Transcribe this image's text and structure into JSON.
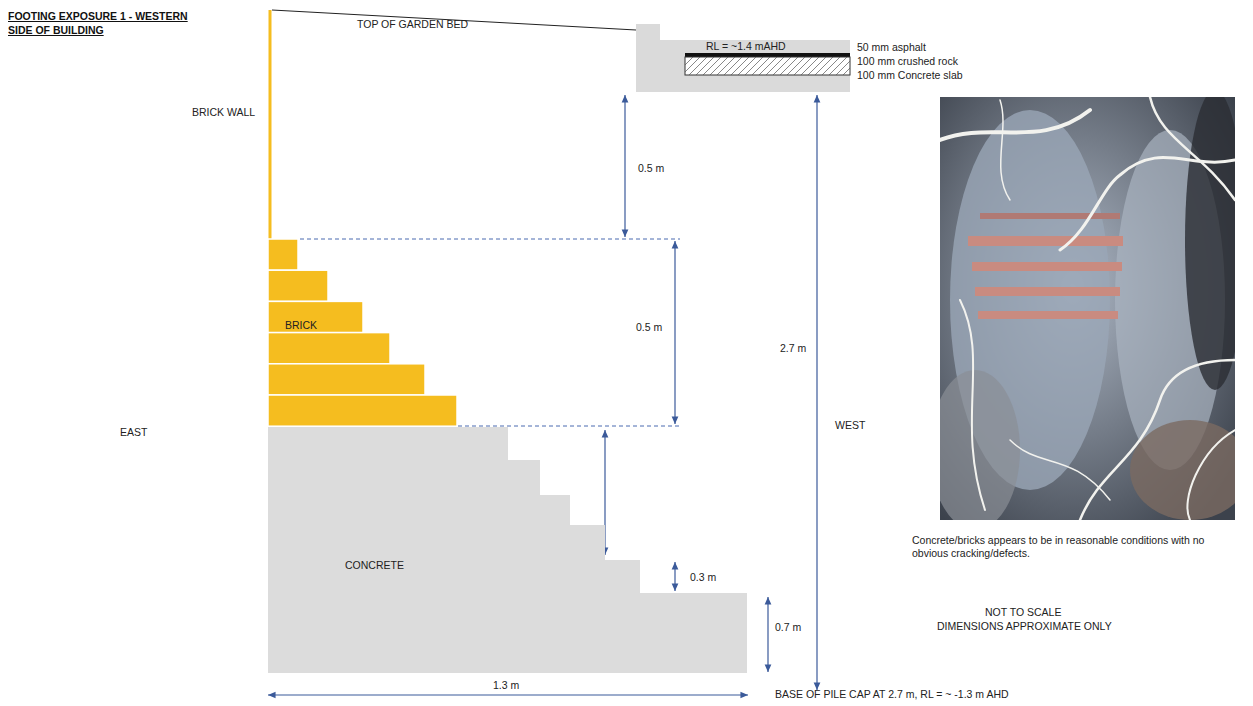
{
  "diagram": {
    "title": "FOOTING EXPOSURE 1 - WESTERN SIDE OF BUILDING",
    "nodes": [
      {
        "text": [
          "RL = ~1.4 mAHD"
        ]
      },
      {
        "text": [
          "BRICK"
        ]
      },
      {
        "text": [
          "CONCRETE"
        ]
      }
    ],
    "labels": [
      "TOP OF GARDEN BED",
      "BRICK WALL",
      "EAST",
      "WEST",
      "50 mm asphalt",
      "100 mm crushed rock",
      "100 mm Concrete slab",
      "0.5 m",
      "0.5 m",
      "2.7 m",
      "0.3 m",
      "0.7 m",
      "1.3 m",
      "BASE OF PILE CAP AT 2.7 m, RL = ~ -1.3 m AHD",
      "Concrete/bricks appears to be in reasonable conditions with no obvious cracking/defects.",
      "NOT TO SCALE",
      "DIMENSIONS APPROXIMATE ONLY"
    ]
  }
}
